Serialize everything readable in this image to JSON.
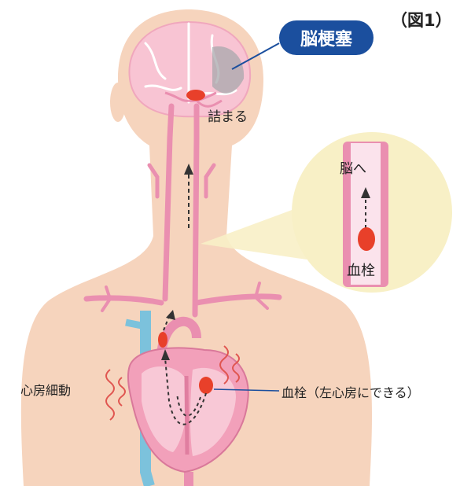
{
  "figure_label": "（図1）",
  "labels": {
    "stroke": "脳梗塞",
    "clog": "詰まる",
    "to_brain": "脳へ",
    "clot_inset": "血栓",
    "afib": "心房細動",
    "clot_main": "血栓（左心房にできる）"
  },
  "colors": {
    "skin": "#f6d4bd",
    "vessel": "#ea8fb0",
    "vein": "#7cc2dc",
    "clot": "#e8402a",
    "badge": "#1b4f9e",
    "inset_bg": "#f8f0c6"
  }
}
